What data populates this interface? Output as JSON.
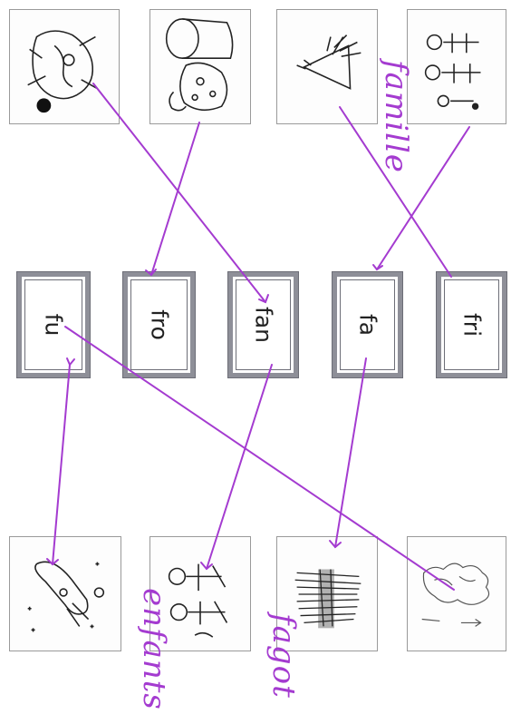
{
  "syllables": [
    {
      "id": "fu",
      "text": "fu"
    },
    {
      "id": "fro",
      "text": "fro"
    },
    {
      "id": "fan",
      "text": "fan"
    },
    {
      "id": "fa",
      "text": "fa"
    },
    {
      "id": "fri",
      "text": "fri"
    }
  ],
  "handwriting": {
    "famille": "famille",
    "enfants": "enfants",
    "fagot": "fagot"
  },
  "pictures_top": [
    "bowling-figure",
    "cheese",
    "fries-cone",
    "family"
  ],
  "pictures_bottom": [
    "rocket-in-space",
    "children",
    "bundle-of-sticks",
    "smoke-and-cigarette"
  ],
  "colors": {
    "ink": "#a43bd0",
    "frame": "#8e8f98"
  }
}
